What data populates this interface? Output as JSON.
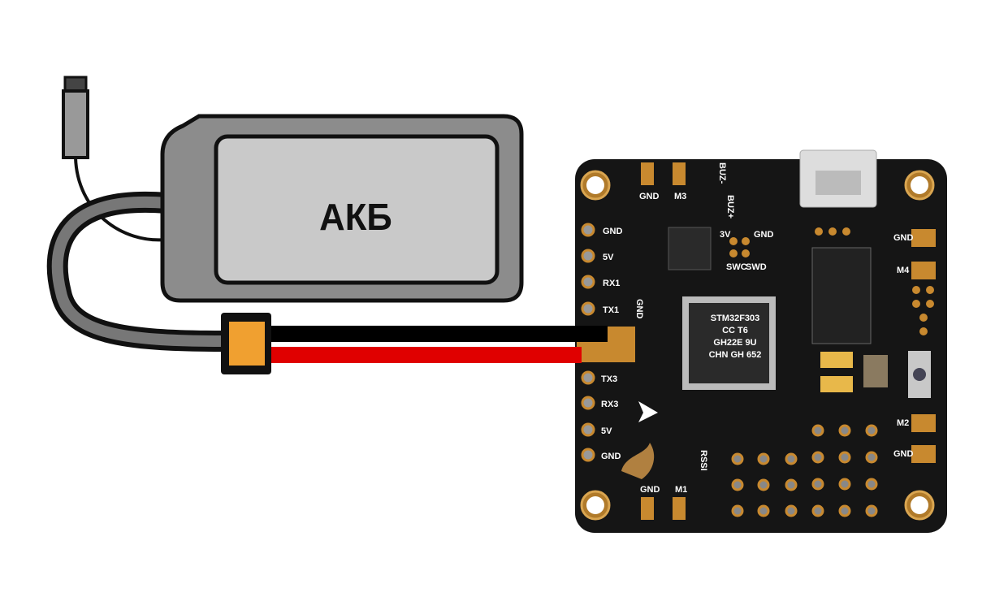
{
  "battery": {
    "label": "АКБ"
  },
  "board": {
    "left_header": [
      "GND",
      "5V",
      "RX1",
      "TX1"
    ],
    "power_pad_label": "GND",
    "left_header_lower": [
      "TX3",
      "RX3",
      "5V",
      "GND"
    ],
    "top_labels": [
      "GND",
      "M3",
      "BUZ-",
      "BUZ+"
    ],
    "swd_labels": [
      "3V",
      "GND",
      "SWC",
      "SWD"
    ],
    "right_labels": [
      "GND",
      "M4",
      "M2",
      "GND"
    ],
    "bottom_labels": [
      "GND",
      "M1"
    ],
    "rssi": "RSSI",
    "mcu_text": [
      "STM32F303",
      "CC T6",
      "GH22E 9U",
      "CHN GH 652"
    ]
  },
  "colors": {
    "wire_black": "#000000",
    "wire_red": "#e00000",
    "connector": "#f0a030",
    "pcb": "#151515",
    "copper": "#c8892f"
  }
}
